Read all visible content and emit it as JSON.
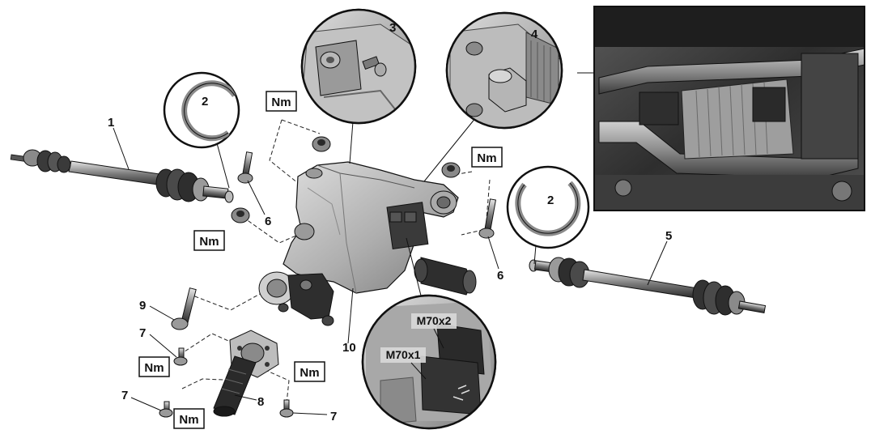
{
  "callouts": {
    "c1": "1",
    "c2a": "2",
    "c2b": "2",
    "c3": "3",
    "c4": "4",
    "c5": "5",
    "c6a": "6",
    "c6b": "6",
    "c7a": "7",
    "c7b": "7",
    "c7c": "7",
    "c8": "8",
    "c9": "9",
    "c10": "10"
  },
  "torque_label": "Nm",
  "connectors": {
    "upper": "M70x2",
    "lower": "M70x1"
  },
  "colors": {
    "outline": "#111111",
    "housing": "#b8b8b8",
    "housing_dark": "#6e6e6e",
    "photo_bg": "#3a3a3a",
    "leader": "#111111"
  }
}
